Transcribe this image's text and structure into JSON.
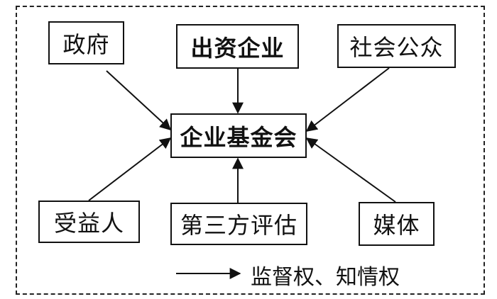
{
  "diagram": {
    "center": "企业基金会",
    "nodes": {
      "government": "政府",
      "investing_enterprise": "出资企业",
      "public": "社会公众",
      "beneficiary": "受益人",
      "third_party": "第三方评估",
      "media": "媒体"
    },
    "legend": "监督权、知情权",
    "colors": {
      "line": "#111111",
      "frame": "#222222"
    }
  }
}
